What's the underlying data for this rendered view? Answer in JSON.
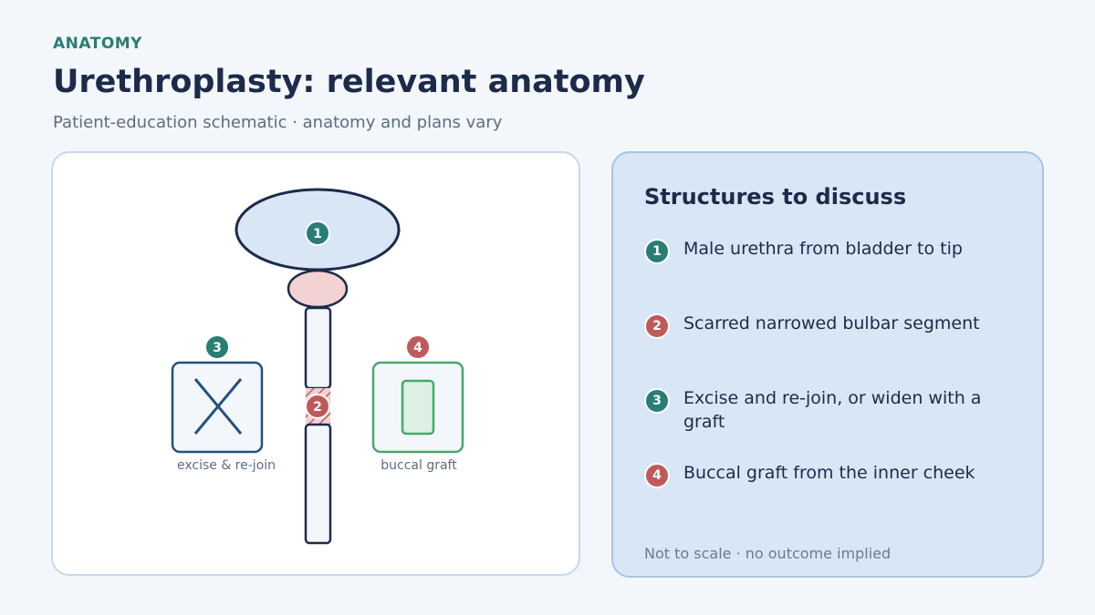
{
  "header": {
    "eyebrow": "ANATOMY",
    "title": "Urethroplasty: relevant anatomy",
    "subtitle": "Patient-education schematic · anatomy and plans vary"
  },
  "diagram": {
    "badges": [
      "1",
      "2",
      "3",
      "4"
    ],
    "labels": {
      "excise": "excise & re-join",
      "graft": "buccal graft"
    }
  },
  "legend": {
    "title": "Structures to discuss",
    "items": [
      {
        "num": "1",
        "text": "Male urethra from bladder to tip"
      },
      {
        "num": "2",
        "text": "Scarred narrowed bulbar segment"
      },
      {
        "num": "3",
        "text": "Excise and re-join, or widen with a graft"
      },
      {
        "num": "4",
        "text": "Buccal graft from the inner cheek"
      }
    ],
    "footnote": "Not to scale · no outcome implied"
  },
  "colors": {
    "teal": "#2a7d74",
    "red": "#c05a5a",
    "navy": "#1c2b4a",
    "green": "#4aa86b",
    "bladder": "#d8e6f6",
    "stricture": "#f2d2d2"
  }
}
